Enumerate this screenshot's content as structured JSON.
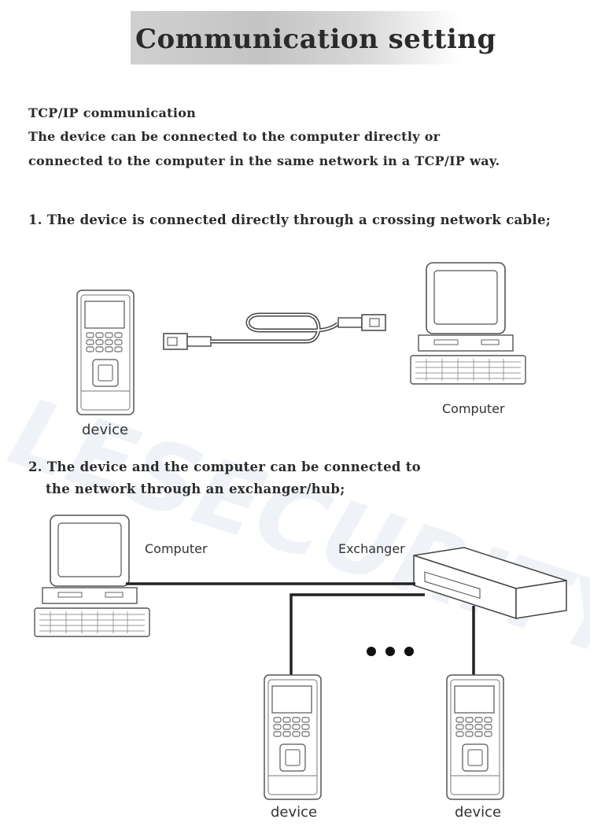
{
  "title": "Communication setting",
  "intro": {
    "heading": "TCP/IP communication",
    "line1": "The device can be connected to the computer directly or",
    "line2": "connected to the computer in the same network in a TCP/IP way."
  },
  "section1": {
    "text": "1. The device is connected directly through a crossing network cable;",
    "device_label": "device",
    "computer_label": "Computer"
  },
  "section2": {
    "line1": "2. The device and the computer can be connected to",
    "line2": "the network through an exchanger/hub;",
    "computer_label": "Computer",
    "exchanger_label": "Exchanger",
    "device_left_label": "device",
    "device_right_label": "device"
  },
  "watermark": "LESECURITY"
}
